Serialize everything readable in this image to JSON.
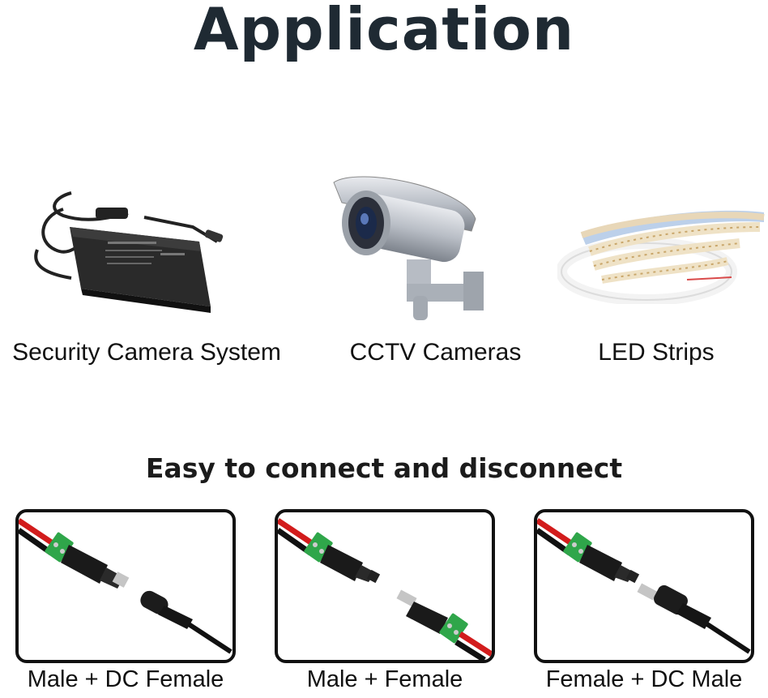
{
  "header": {
    "title": "Application"
  },
  "applications": [
    {
      "label": "Security Camera System"
    },
    {
      "label": "CCTV Cameras"
    },
    {
      "label": "LED Strips"
    }
  ],
  "connection": {
    "title": "Easy to connect and disconnect",
    "panels": [
      {
        "label": "Male + DC Female"
      },
      {
        "label": "Male + Female"
      },
      {
        "label": "Female + DC Male"
      }
    ]
  }
}
